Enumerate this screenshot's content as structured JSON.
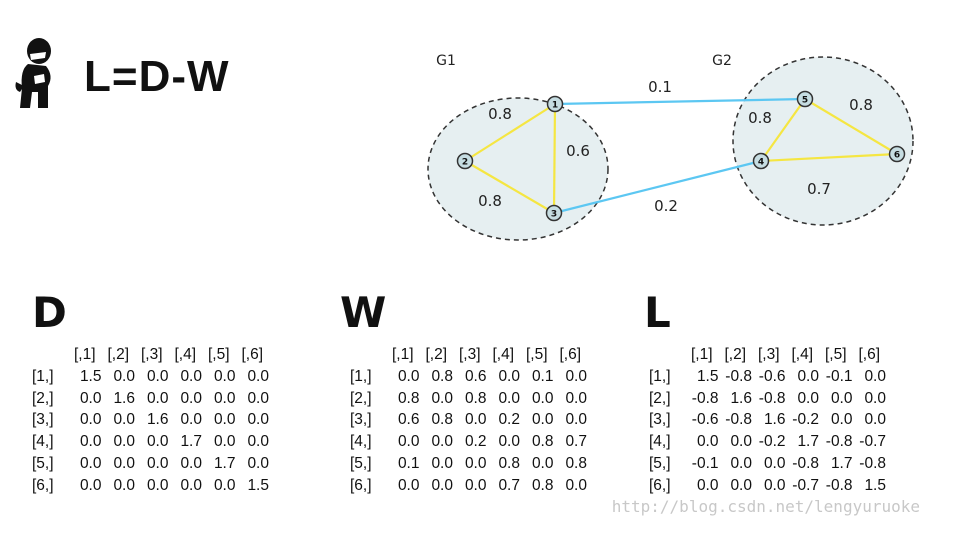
{
  "formula": "L=D-W",
  "graph": {
    "groups": [
      {
        "label": "G1"
      },
      {
        "label": "G2"
      }
    ],
    "nodes": [
      {
        "id": "1"
      },
      {
        "id": "2"
      },
      {
        "id": "3"
      },
      {
        "id": "4"
      },
      {
        "id": "5"
      },
      {
        "id": "6"
      }
    ],
    "edges": [
      {
        "from": "1",
        "to": "2",
        "weight": "0.8",
        "kind": "intra"
      },
      {
        "from": "1",
        "to": "3",
        "weight": "0.6",
        "kind": "intra"
      },
      {
        "from": "2",
        "to": "3",
        "weight": "0.8",
        "kind": "intra"
      },
      {
        "from": "4",
        "to": "5",
        "weight": "0.8",
        "kind": "intra"
      },
      {
        "from": "5",
        "to": "6",
        "weight": "0.8",
        "kind": "intra"
      },
      {
        "from": "4",
        "to": "6",
        "weight": "0.7",
        "kind": "intra"
      },
      {
        "from": "1",
        "to": "5",
        "weight": "0.1",
        "kind": "inter"
      },
      {
        "from": "3",
        "to": "4",
        "weight": "0.2",
        "kind": "inter"
      }
    ],
    "colors": {
      "intra_edge": "#f5e642",
      "inter_edge": "#5cc7f2",
      "cluster_fill": "#e6eff1",
      "node_fill": "#c6dde2"
    }
  },
  "matrices": [
    {
      "name": "D",
      "columns": [
        "[,1]",
        "[,2]",
        "[,3]",
        "[,4]",
        "[,5]",
        "[,6]"
      ],
      "rows": [
        {
          "label": "[1,]",
          "values": [
            "1.5",
            "0.0",
            "0.0",
            "0.0",
            "0.0",
            "0.0"
          ]
        },
        {
          "label": "[2,]",
          "values": [
            "0.0",
            "1.6",
            "0.0",
            "0.0",
            "0.0",
            "0.0"
          ]
        },
        {
          "label": "[3,]",
          "values": [
            "0.0",
            "0.0",
            "1.6",
            "0.0",
            "0.0",
            "0.0"
          ]
        },
        {
          "label": "[4,]",
          "values": [
            "0.0",
            "0.0",
            "0.0",
            "1.7",
            "0.0",
            "0.0"
          ]
        },
        {
          "label": "[5,]",
          "values": [
            "0.0",
            "0.0",
            "0.0",
            "0.0",
            "1.7",
            "0.0"
          ]
        },
        {
          "label": "[6,]",
          "values": [
            "0.0",
            "0.0",
            "0.0",
            "0.0",
            "0.0",
            "1.5"
          ]
        }
      ]
    },
    {
      "name": "W",
      "columns": [
        "[,1]",
        "[,2]",
        "[,3]",
        "[,4]",
        "[,5]",
        "[,6]"
      ],
      "rows": [
        {
          "label": "[1,]",
          "values": [
            "0.0",
            "0.8",
            "0.6",
            "0.0",
            "0.1",
            "0.0"
          ]
        },
        {
          "label": "[2,]",
          "values": [
            "0.8",
            "0.0",
            "0.8",
            "0.0",
            "0.0",
            "0.0"
          ]
        },
        {
          "label": "[3,]",
          "values": [
            "0.6",
            "0.8",
            "0.0",
            "0.2",
            "0.0",
            "0.0"
          ]
        },
        {
          "label": "[4,]",
          "values": [
            "0.0",
            "0.0",
            "0.2",
            "0.0",
            "0.8",
            "0.7"
          ]
        },
        {
          "label": "[5,]",
          "values": [
            "0.1",
            "0.0",
            "0.0",
            "0.8",
            "0.0",
            "0.8"
          ]
        },
        {
          "label": "[6,]",
          "values": [
            "0.0",
            "0.0",
            "0.0",
            "0.7",
            "0.8",
            "0.0"
          ]
        }
      ]
    },
    {
      "name": "L",
      "columns": [
        "[,1]",
        "[,2]",
        "[,3]",
        "[,4]",
        "[,5]",
        "[,6]"
      ],
      "rows": [
        {
          "label": "[1,]",
          "values": [
            "1.5",
            "-0.8",
            "-0.6",
            "0.0",
            "-0.1",
            "0.0"
          ]
        },
        {
          "label": "[2,]",
          "values": [
            "-0.8",
            "1.6",
            "-0.8",
            "0.0",
            "0.0",
            "0.0"
          ]
        },
        {
          "label": "[3,]",
          "values": [
            "-0.6",
            "-0.8",
            "1.6",
            "-0.2",
            "0.0",
            "0.0"
          ]
        },
        {
          "label": "[4,]",
          "values": [
            "0.0",
            "0.0",
            "-0.2",
            "1.7",
            "-0.8",
            "-0.7"
          ]
        },
        {
          "label": "[5,]",
          "values": [
            "-0.1",
            "0.0",
            "0.0",
            "-0.8",
            "1.7",
            "-0.8"
          ]
        },
        {
          "label": "[6,]",
          "values": [
            "0.0",
            "0.0",
            "0.0",
            "-0.7",
            "-0.8",
            "1.5"
          ]
        }
      ]
    }
  ],
  "watermark": "http://blog.csdn.net/lengyuruoke"
}
